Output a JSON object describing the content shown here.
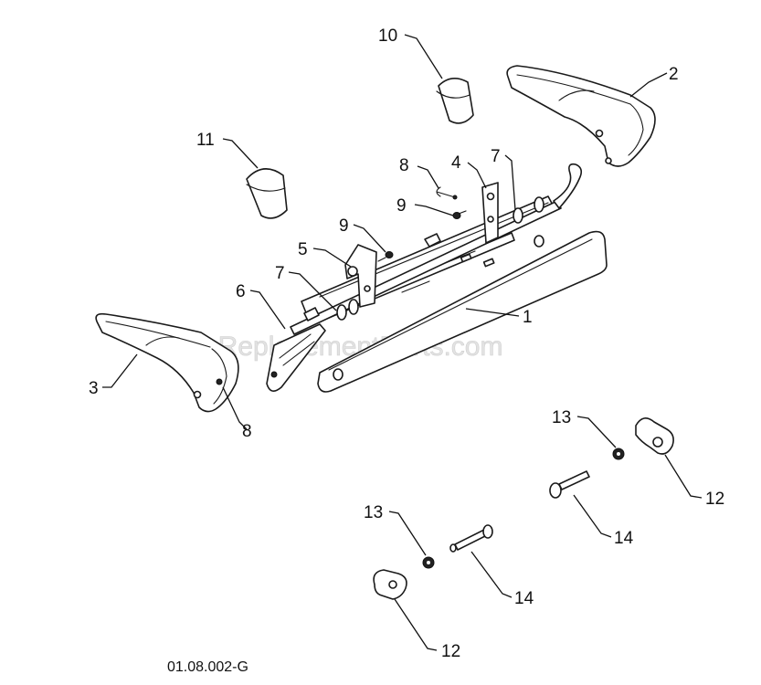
{
  "watermark": "eReplacementParts.com",
  "reference_code": "01.08.002-G",
  "callouts": [
    {
      "id": "c1",
      "label": "1"
    },
    {
      "id": "c2",
      "label": "2"
    },
    {
      "id": "c3",
      "label": "3"
    },
    {
      "id": "c4",
      "label": "4"
    },
    {
      "id": "c5",
      "label": "5"
    },
    {
      "id": "c6",
      "label": "6"
    },
    {
      "id": "c7a",
      "label": "7"
    },
    {
      "id": "c7b",
      "label": "7"
    },
    {
      "id": "c8a",
      "label": "8"
    },
    {
      "id": "c8b",
      "label": "8"
    },
    {
      "id": "c9a",
      "label": "9"
    },
    {
      "id": "c9b",
      "label": "9"
    },
    {
      "id": "c10",
      "label": "10"
    },
    {
      "id": "c11",
      "label": "11"
    },
    {
      "id": "c12a",
      "label": "12"
    },
    {
      "id": "c12b",
      "label": "12"
    },
    {
      "id": "c13a",
      "label": "13"
    },
    {
      "id": "c13b",
      "label": "13"
    },
    {
      "id": "c14a",
      "label": "14"
    },
    {
      "id": "c14b",
      "label": "14"
    }
  ]
}
